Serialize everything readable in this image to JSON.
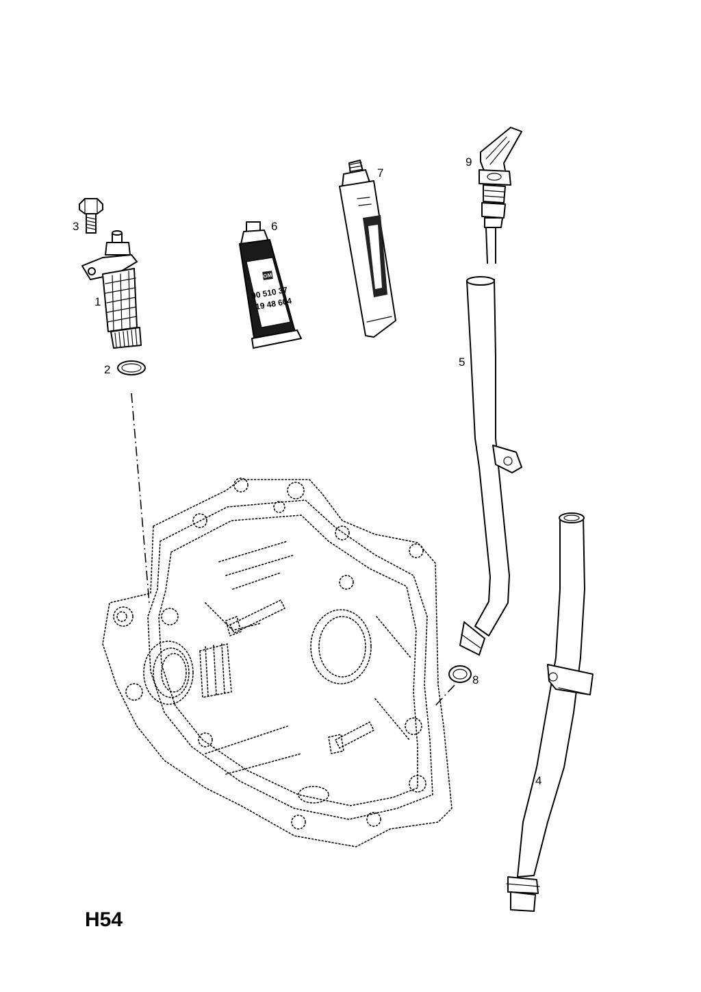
{
  "diagram": {
    "code": "H54",
    "callouts": {
      "c1": "1",
      "c2": "2",
      "c3": "3",
      "c4": "4",
      "c5": "5",
      "c6": "6",
      "c7": "7",
      "c8": "8",
      "c9": "9"
    },
    "tube_label": {
      "line1": "90 510 37",
      "line2": "19 48 604",
      "badge": "GM"
    }
  }
}
